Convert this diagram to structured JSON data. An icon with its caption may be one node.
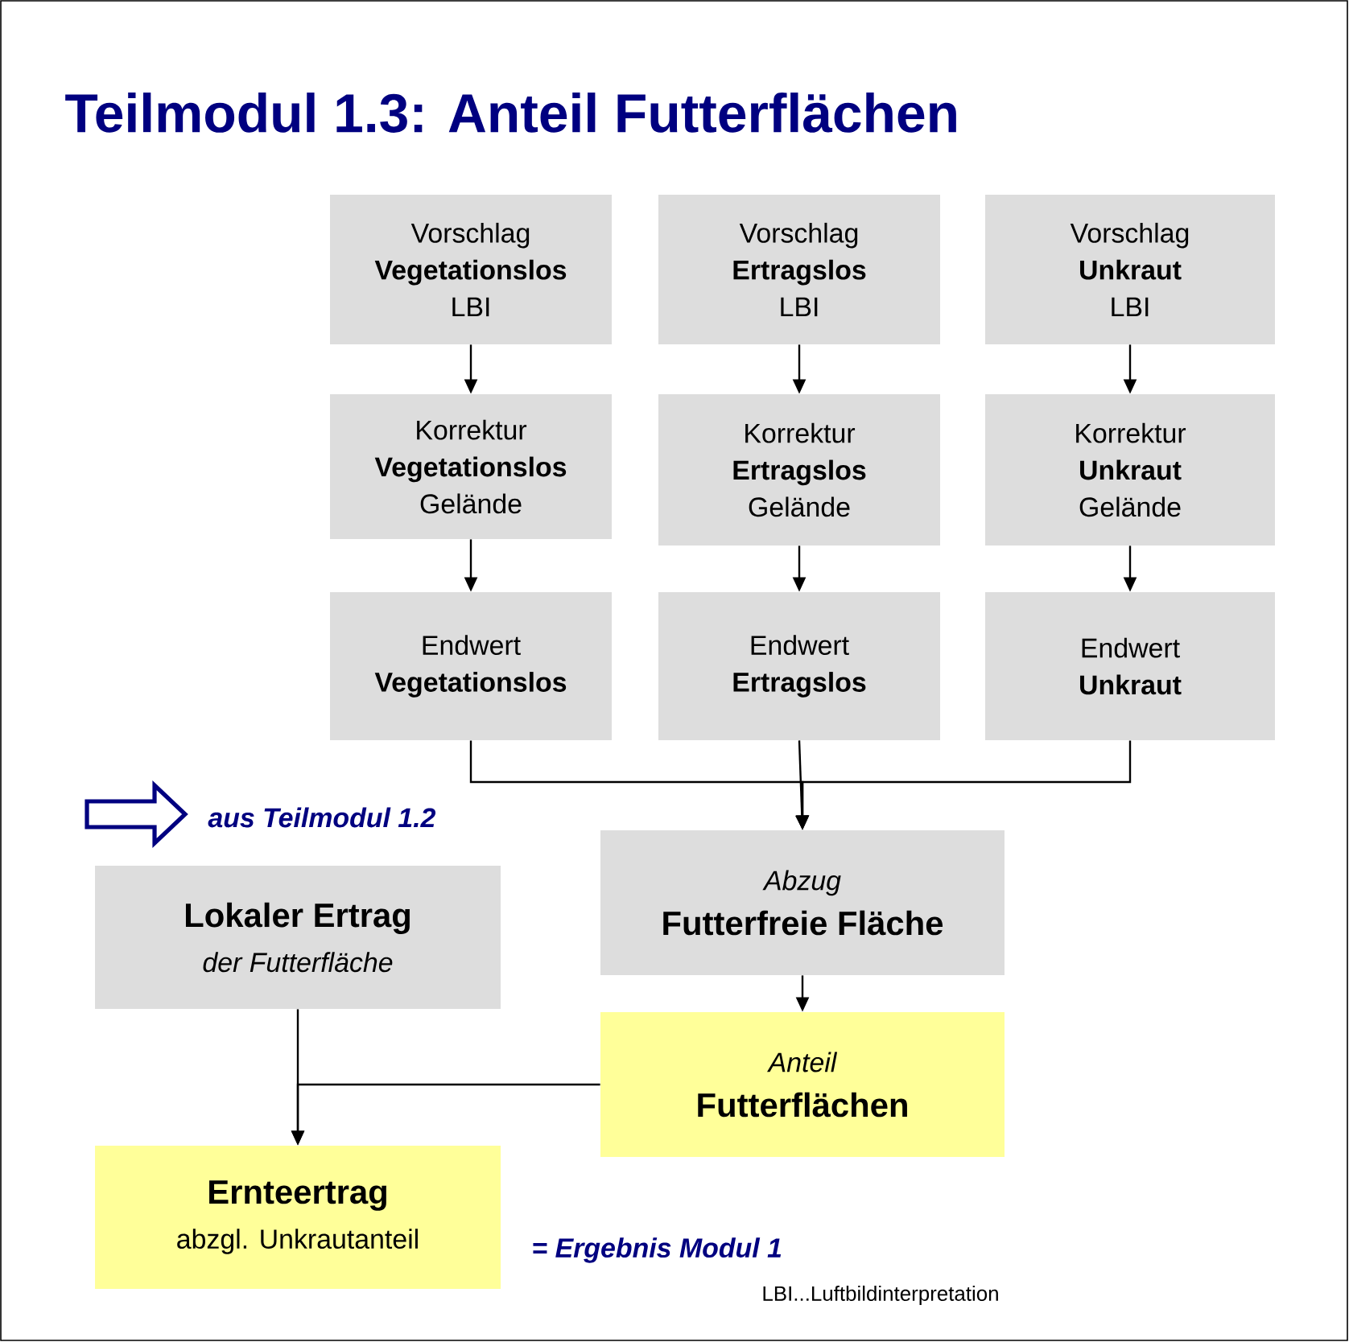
{
  "diagram": {
    "title": "Teilmodul 1.3: Anteil Futterflächen",
    "nodes": [
      {
        "text": [
          "Vorschlag",
          "Vegetationslos",
          "LBI"
        ]
      },
      {
        "text": [
          "Korrektur",
          "Vegetationslos",
          "Gelände"
        ]
      },
      {
        "text": [
          "Endwert",
          "Vegetationslos"
        ]
      },
      {
        "text": [
          "Vorschlag",
          "Ertragslos",
          "LBI"
        ]
      },
      {
        "text": [
          "Korrektur",
          "Ertragslos",
          "Gelände"
        ]
      },
      {
        "text": [
          "Endwert",
          "Ertragslos"
        ]
      },
      {
        "text": [
          "Vorschlag",
          "Unkraut",
          "LBI"
        ]
      },
      {
        "text": [
          "Korrektur",
          "Unkraut",
          "Gelände"
        ]
      },
      {
        "text": [
          "Endwert",
          "Unkraut"
        ]
      },
      {
        "text": [
          "Abzug",
          "Futterfreie Fläche"
        ]
      },
      {
        "text": [
          "Anteil",
          "Futterflächen"
        ]
      },
      {
        "text": [
          "Lokaler Ertrag",
          "der Futterfläche"
        ]
      },
      {
        "text": [
          "Ernteertrag",
          "abzgl. Unkrautanteil"
        ]
      }
    ],
    "edges": [
      {
        "from": 0,
        "to": 1,
        "arrow": "to"
      },
      {
        "from": 1,
        "to": 2,
        "arrow": "to"
      },
      {
        "from": 3,
        "to": 4,
        "arrow": "to"
      },
      {
        "from": 4,
        "to": 5,
        "arrow": "to"
      },
      {
        "from": 6,
        "to": 7,
        "arrow": "to"
      },
      {
        "from": 7,
        "to": 8,
        "arrow": "to"
      },
      {
        "from": 2,
        "to": 9,
        "arrow": "to"
      },
      {
        "from": 5,
        "to": 9,
        "arrow": "to"
      },
      {
        "from": 8,
        "to": 9,
        "arrow": "to"
      },
      {
        "from": 9,
        "to": 10,
        "arrow": "to"
      },
      {
        "from": 11,
        "to": 12,
        "arrow": "to"
      },
      {
        "from": 10,
        "to": 12,
        "arrow": "to"
      }
    ],
    "labels": [
      "aus Teilmodul 1.2",
      "= Ergebnis Modul 1",
      "LBI...Luftbildinterpretation"
    ]
  }
}
